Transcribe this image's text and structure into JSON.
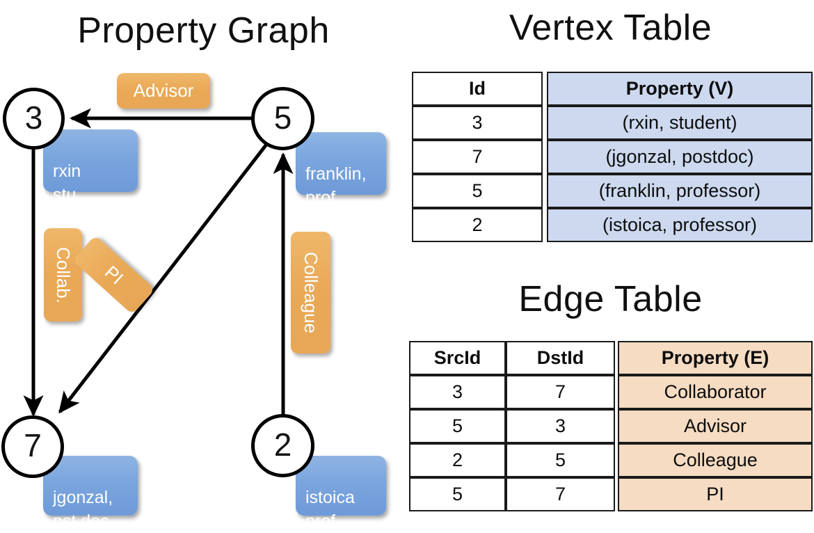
{
  "titles": {
    "property_graph": "Property Graph",
    "vertex_table": "Vertex Table",
    "edge_table": "Edge Table"
  },
  "graph": {
    "vertices": [
      {
        "id": "3",
        "property_lines": "rxin\nstu."
      },
      {
        "id": "5",
        "property_lines": "franklin,\nprof."
      },
      {
        "id": "7",
        "property_lines": "jgonzal,\npst.doc."
      },
      {
        "id": "2",
        "property_lines": "istoica\nprof."
      }
    ],
    "edge_labels": {
      "advisor": "Advisor",
      "collab": "Collab.",
      "pi": "PI",
      "colleague": "Colleague"
    }
  },
  "vertex_table": {
    "headers": [
      "Id",
      "Property (V)"
    ],
    "rows": [
      {
        "id": "3",
        "property": "(rxin, student)"
      },
      {
        "id": "7",
        "property": "(jgonzal, postdoc)"
      },
      {
        "id": "5",
        "property": "(franklin, professor)"
      },
      {
        "id": "2",
        "property": "(istoica, professor)"
      }
    ]
  },
  "edge_table": {
    "headers": [
      "SrcId",
      "DstId",
      "Property (E)"
    ],
    "rows": [
      {
        "src": "3",
        "dst": "7",
        "property": "Collaborator"
      },
      {
        "src": "5",
        "dst": "3",
        "property": "Advisor"
      },
      {
        "src": "2",
        "dst": "5",
        "property": "Colleague"
      },
      {
        "src": "5",
        "dst": "7",
        "property": "PI"
      }
    ]
  },
  "colors": {
    "vertex_property_fill": "#7aa5de",
    "edge_label_fill": "#e9a855",
    "vertex_table_property_bg": "#ccd9ef",
    "edge_table_property_bg": "#f5dcc2",
    "stroke": "#000000",
    "background": "#ffffff"
  }
}
